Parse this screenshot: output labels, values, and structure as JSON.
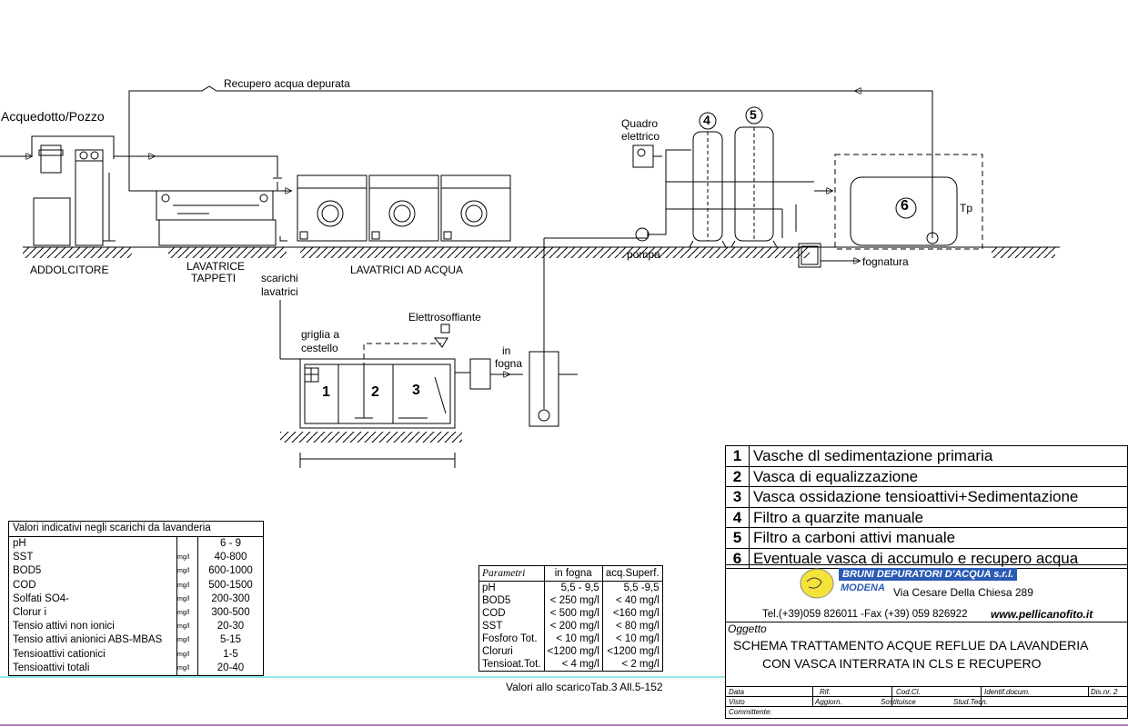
{
  "labels": {
    "recupero": "Recupero acqua depurata",
    "acquedotto": "Acquedotto/Pozzo",
    "addolcitore": "ADDOLCITORE",
    "lavatrice_tappeti_1": "LAVATRICE",
    "lavatrice_tappeti_2": "TAPPETI",
    "scarichi_1": "scarichi",
    "scarichi_2": "lavatrici",
    "lavatrici_ad_acqua": "LAVATRICI AD ACQUA",
    "quadro_1": "Quadro",
    "quadro_2": "elettrico",
    "pompa": "pompa",
    "fognatura": "fognatura",
    "tp": "Tp",
    "elettrosoffiante": "Elettrosoffiante",
    "griglia_1": "griglia a",
    "griglia_2": "cestello",
    "in_fogna_1": "in",
    "in_fogna_2": "fogna",
    "num_1": "1",
    "num_2": "2",
    "num_3": "3",
    "num_4": "4",
    "num_5": "5",
    "num_6": "6"
  },
  "values_table": {
    "title": "Valori indicativi negli scarichi da lavanderia",
    "rows": [
      {
        "name": "pH",
        "unit": "",
        "value": "6 - 9"
      },
      {
        "name": "SST",
        "unit": "mg/l",
        "value": "40-800"
      },
      {
        "name": "BOD5",
        "unit": "mg/l",
        "value": "600-1000"
      },
      {
        "name": "COD",
        "unit": "mg/l",
        "value": "500-1500"
      },
      {
        "name": "Solfati        SO4-",
        "unit": "mg/l",
        "value": "200-300"
      },
      {
        "name": "Clorur i",
        "unit": "mg/l",
        "value": "300-500"
      },
      {
        "name": "Tensio attivi non  ionici",
        "unit": "mg/l",
        "value": "20-30"
      },
      {
        "name": "Tensio attivi anionici ABS-MBAS",
        "unit": "mg/l",
        "value": "5-15"
      },
      {
        "name": "Tensioattivi cationici",
        "unit": "mg/l",
        "value": "1-5"
      },
      {
        "name": "Tensioattivi totali",
        "unit": "mg/l",
        "value": "20-40"
      }
    ]
  },
  "params_table": {
    "headers": [
      "Parametri",
      "in fogna",
      "acq.Superf."
    ],
    "rows": [
      [
        "pH",
        "5,5 - 9,5",
        "5,5 -9,5"
      ],
      [
        "BOD5",
        "< 250 mg/l",
        "<  40 mg/l"
      ],
      [
        "COD",
        "< 500 mg/l",
        "<160 mg/l"
      ],
      [
        "SST",
        "< 200 mg/l",
        "<  80 mg/l"
      ],
      [
        "Fosforo Tot.",
        "<   10 mg/l",
        "< 10 mg/l"
      ],
      [
        "Cloruri",
        "<1200 mg/l",
        "<1200 mg/l"
      ],
      [
        "Tensioat.Tot.",
        "<   4 mg/l",
        "< 2 mg/l"
      ]
    ],
    "caption": "Valori allo scaricoTab.3 All.5-152"
  },
  "legend": [
    {
      "n": "1",
      "text": "Vasche dl sedimentazione primaria"
    },
    {
      "n": "2",
      "text": "Vasca di equalizzazione"
    },
    {
      "n": "3",
      "text": "Vasca ossidazione tensioattivi+Sedimentazione"
    },
    {
      "n": "4",
      "text": "Filtro a quarzite manuale"
    },
    {
      "n": "5",
      "text": "Filtro a carboni attivi manuale"
    },
    {
      "n": "6",
      "text": "Eventuale vasca  di accumulo  e recupero acqua"
    }
  ],
  "title_block": {
    "company": "BRUNI DEPURATORI D'ACQUA s.r.l.",
    "city": "MODENA",
    "address": "Via Cesare Della Chiesa 289",
    "contacts": "Tel.(+39)059 826011 -Fax (+39) 059 826922",
    "website": "www.pellicanofito.it",
    "oggetto_label": "Oggetto",
    "subject_1": "SCHEMA  TRATTAMENTO ACQUE REFLUE DA LAVANDERIA",
    "subject_2": "CON VASCA INTERRATA IN CLS  E  RECUPERO",
    "footer": {
      "data": "Data",
      "rif": "Rif.",
      "codcl": "Cod.Cl.",
      "identif": "Identif.docum.",
      "dis": "Dis.nr. 2",
      "visto": "Visto",
      "aggiorn": "Aggiorn.",
      "sostituisce": "Sostituisce",
      "studtecn": "Stud.Tecn.",
      "committente": "Committente:"
    }
  }
}
